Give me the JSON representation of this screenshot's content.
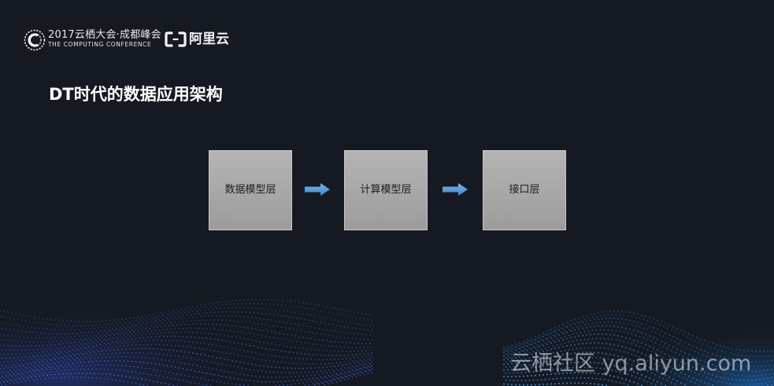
{
  "header": {
    "conference_title": "2017云栖大会·成都峰会",
    "conference_subtitle": "THE COMPUTING CONFERENCE",
    "brand_name": "阿里云"
  },
  "slide": {
    "title": "DT时代的数据应用架构"
  },
  "diagram": {
    "layers": [
      {
        "label": "数据模型层"
      },
      {
        "label": "计算模型层"
      },
      {
        "label": "接口层"
      }
    ],
    "arrow_count": 2,
    "arrow_color": "#5b9bd5",
    "box_color": "#a9a9a9"
  },
  "watermark": {
    "text": "云栖社区 yq.aliyun.com"
  },
  "colors": {
    "background": "#151a22",
    "wave_blue": "#2f7fd6",
    "wave_purple": "#6a5bd6"
  }
}
